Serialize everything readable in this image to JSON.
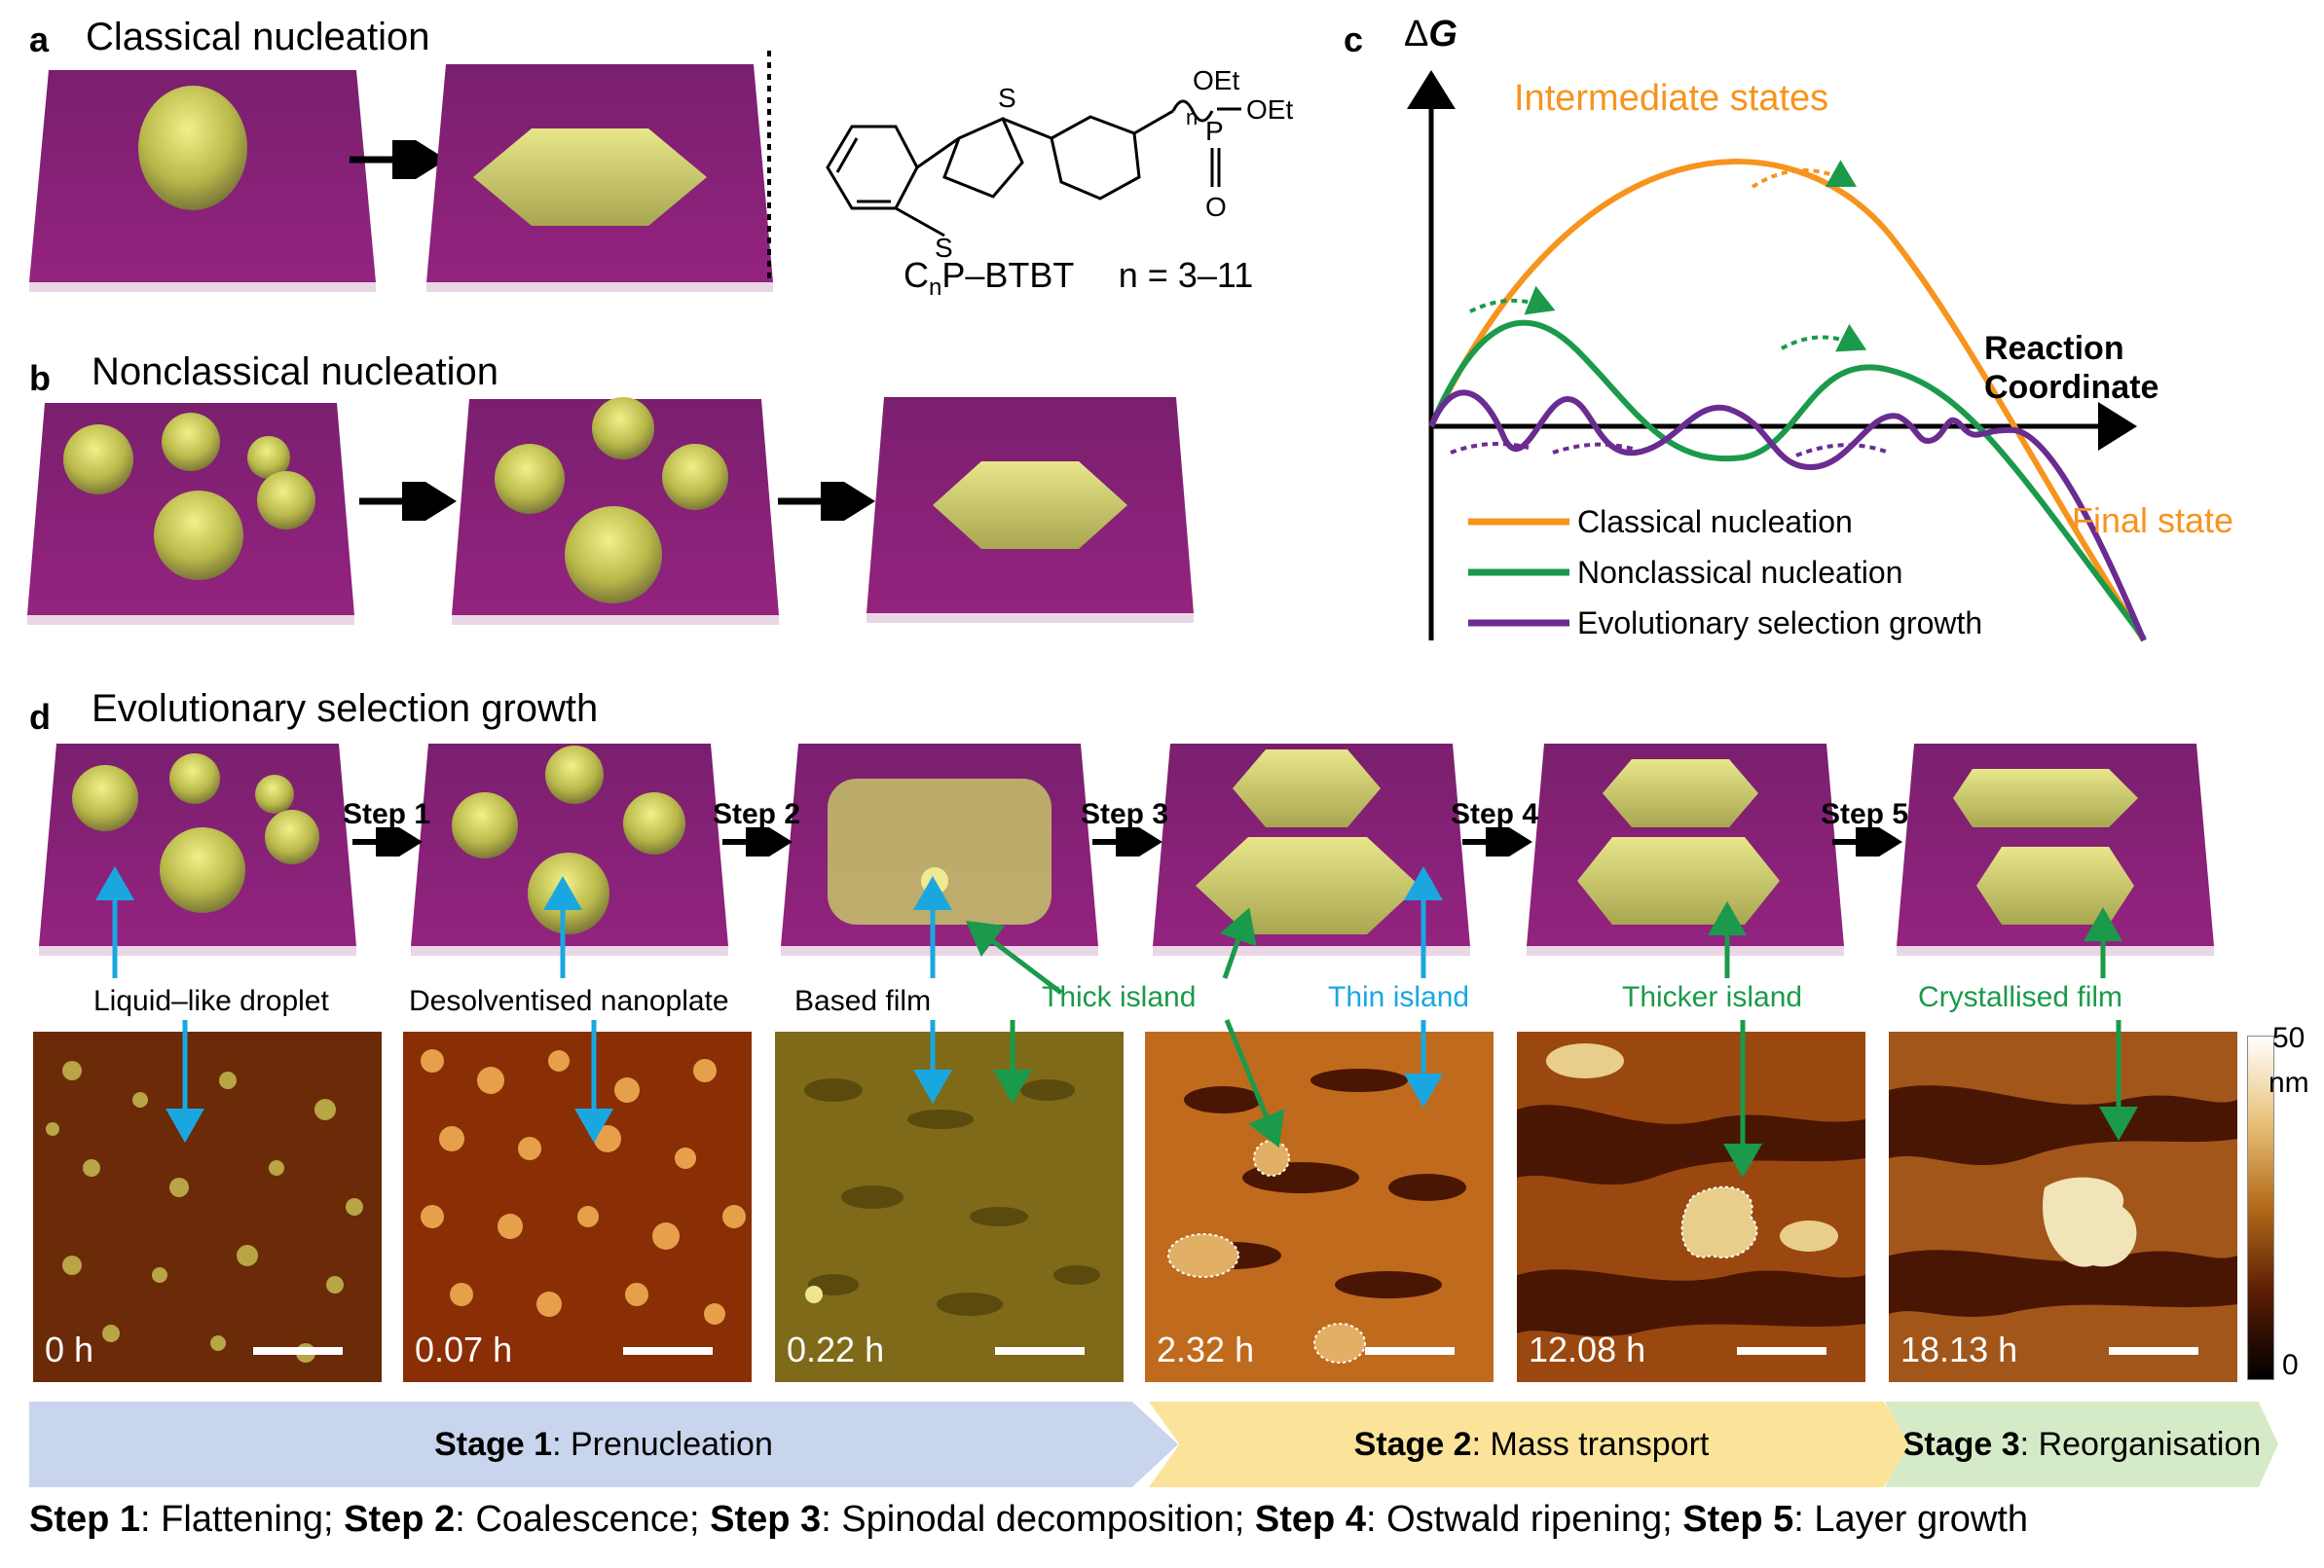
{
  "panels": {
    "a": {
      "letter": "a",
      "title": "Classical nucleation"
    },
    "b": {
      "letter": "b",
      "title": "Nonclassical nucleation"
    },
    "c": {
      "letter": "c"
    },
    "d": {
      "letter": "d",
      "title": "Evolutionary selection growth"
    }
  },
  "molecule": {
    "name_prefix": "C",
    "name_sub": "n",
    "name_suffix": "P–BTBT",
    "range": "n = 3–11",
    "atoms": {
      "s1": "S",
      "s2": "S",
      "oet1": "OEt",
      "oet2": "OEt",
      "p": "P",
      "o": "O",
      "n": "n"
    }
  },
  "energy_diagram": {
    "y_label_prefix": "Δ",
    "y_label_var": "G",
    "x_label_line1": "Reaction",
    "x_label_line2": "Coordinate",
    "annotation_top": "Intermediate states",
    "annotation_end": "Final state",
    "colors": {
      "classical": "#F7941D",
      "nonclassical": "#1A9A4A",
      "evolutionary": "#6A2C91"
    },
    "legend": [
      {
        "label": "Classical nucleation",
        "color": "#F7941D"
      },
      {
        "label": "Nonclassical nucleation",
        "color": "#1A9A4A"
      },
      {
        "label": "Evolutionary selection growth",
        "color": "#6A2C91"
      }
    ]
  },
  "steps": [
    "Step 1",
    "Step 2",
    "Step 3",
    "Step 4",
    "Step 5"
  ],
  "callouts": {
    "droplet": "Liquid–like droplet",
    "nanoplate": "Desolventised  nanoplate",
    "based_film": "Based film",
    "thick_island": "Thick island",
    "thin_island": "Thin island",
    "thicker_island": "Thicker island",
    "crystallised_film": "Crystallised film"
  },
  "afm_images": [
    {
      "time": "0 h"
    },
    {
      "time": "0.07 h"
    },
    {
      "time": "0.22 h"
    },
    {
      "time": "2.32 h"
    },
    {
      "time": "12.08 h"
    },
    {
      "time": "18.13 h"
    }
  ],
  "colorbar": {
    "max": "50",
    "unit": "nm",
    "min": "0"
  },
  "stages": [
    {
      "bold": "Stage 1",
      "rest": ": Prenucleation",
      "color": "#C9D5EC"
    },
    {
      "bold": "Stage 2",
      "rest": ": Mass transport",
      "color": "#FCE39A"
    },
    {
      "bold": "Stage 3",
      "rest": ": Reorganisation",
      "color": "#D5EBC8"
    }
  ],
  "footer": [
    {
      "bold": "Step 1",
      "rest": ": Flattening; "
    },
    {
      "bold": "Step 2",
      "rest": ": Coalescence; "
    },
    {
      "bold": "Step 3",
      "rest": ": Spinodal decomposition; "
    },
    {
      "bold": "Step 4",
      "rest": ": Ostwald ripening; "
    },
    {
      "bold": "Step 5",
      "rest": ": Layer growth"
    }
  ]
}
